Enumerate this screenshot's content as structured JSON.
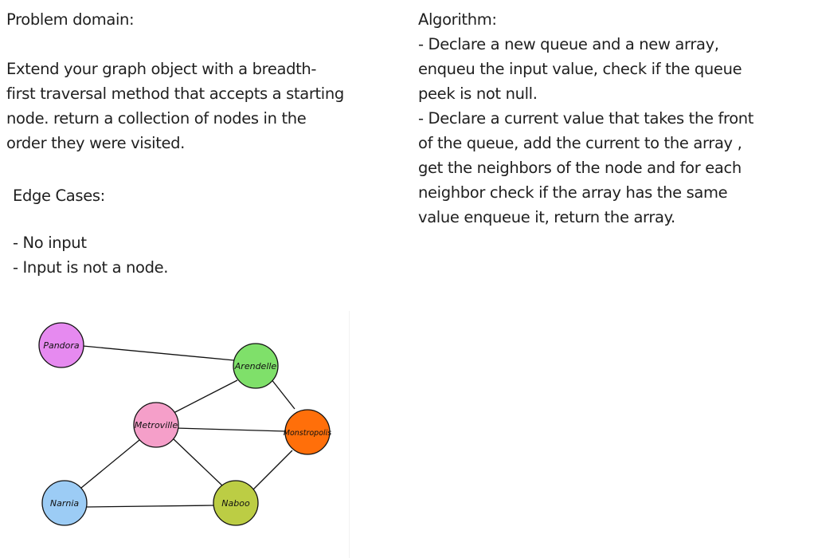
{
  "problem": {
    "heading": "Problem domain:",
    "lines": [
      "Extend your graph object with a breadth-",
      "first traversal method that accepts a starting",
      "node. return a collection of nodes in the",
      "order they were visited."
    ]
  },
  "edge_cases": {
    "heading": "Edge Cases:",
    "items": [
      "- No input",
      "- Input is not a node."
    ]
  },
  "algorithm": {
    "heading": "Algorithm:",
    "lines": [
      "- Declare a new queue and a new array,",
      "enqueu the input value, check if the queue",
      "peek is not null.",
      "- Declare a current value that takes the front",
      "of the queue, add the current to the array ,",
      "get the neighbors of the node and for each",
      "neighbor check if the array has the same",
      "value enqueue it, return the array."
    ]
  },
  "graph": {
    "nodes": {
      "pandora": {
        "label": "Pandora",
        "color": "#e68af0"
      },
      "arendelle": {
        "label": "Arendelle",
        "color": "#7fe06a"
      },
      "metroville": {
        "label": "Metroville",
        "color": "#f59fc9"
      },
      "monstropolis": {
        "label": "Monstropolis",
        "color": "#ff6f0a"
      },
      "narnia": {
        "label": "Narnia",
        "color": "#9cccf5"
      },
      "naboo": {
        "label": "Naboo",
        "color": "#bccd44"
      }
    }
  }
}
